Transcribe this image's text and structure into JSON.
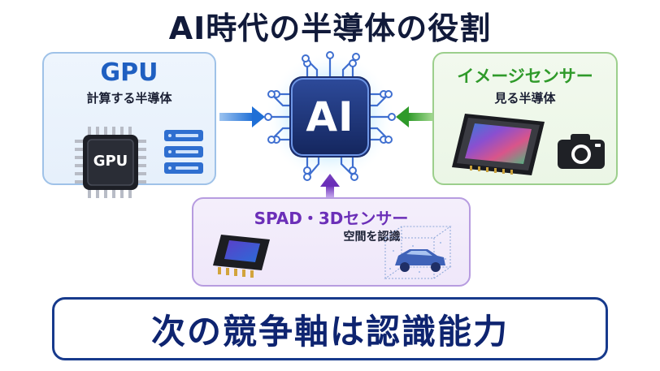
{
  "title": "AI時代の半導体の役割",
  "center": {
    "label": "AI"
  },
  "gpu_panel": {
    "title": "GPU",
    "subtitle": "計算する半導体",
    "chip_label": "GPU",
    "chip_icon": "gpu-chip-icon",
    "side_icon": "server-rack-icon",
    "accent": "#1f5fc1"
  },
  "image_sensor_panel": {
    "title": "イメージセンサー",
    "subtitle": "見る半導体",
    "chip_icon": "image-sensor-icon",
    "side_icon": "camera-icon",
    "accent": "#2f9a2a"
  },
  "spad_panel": {
    "title": "SPAD・3Dセンサー",
    "subtitle": "空間を認識",
    "chip_icon": "spad-sensor-icon",
    "side_icon": "3d-car-pointcloud-icon",
    "accent": "#6b2fb8"
  },
  "banner": {
    "text": "次の競争軸は認識能力"
  }
}
